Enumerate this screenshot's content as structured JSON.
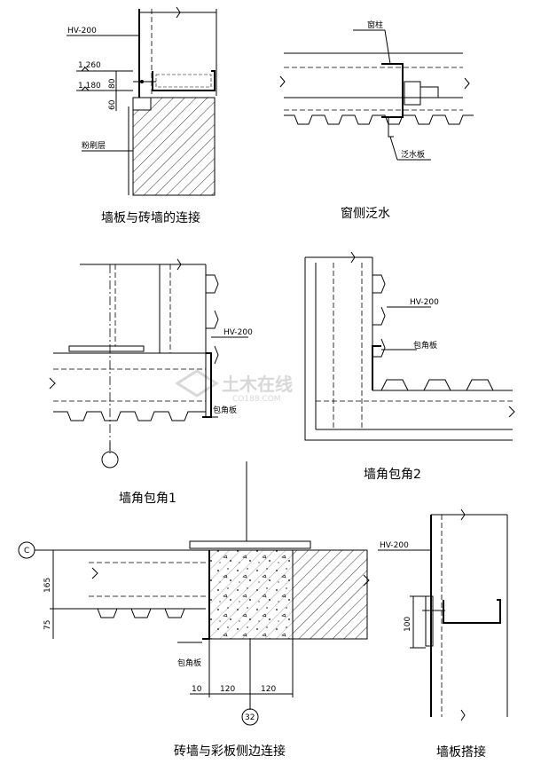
{
  "diagrams": {
    "wall_brick": {
      "title": "墙板与砖墙的连接",
      "label_hv": "HV-200",
      "elev_1": "1.260",
      "elev_2": "1.180",
      "dim_80": "80",
      "dim_60": "60",
      "label_plaster": "粉刷层"
    },
    "window_flashing": {
      "title": "窗侧泛水",
      "label_window_column": "窗柱",
      "label_flashing": "泛水板"
    },
    "corner_1": {
      "title": "墙角包角1",
      "label_hv": "HV-200",
      "label_corner_plate": "包角板"
    },
    "corner_2": {
      "title": "墙角包角2",
      "label_hv": "HV-200",
      "label_corner_plate": "包角板"
    },
    "brick_panel_side": {
      "title": "砖墙与彩板侧边连接",
      "axis_c": "C",
      "dim_165": "165",
      "dim_75": "75",
      "label_corner_plate": "包角板",
      "dim_10": "10",
      "dim_120a": "120",
      "dim_120b": "120",
      "axis_32": "32"
    },
    "panel_lap": {
      "title": "墙板搭接",
      "label_hv": "HV-200",
      "dim_100": "100"
    }
  },
  "watermark": {
    "text": "土木在线",
    "sub": "CO188.COM"
  }
}
